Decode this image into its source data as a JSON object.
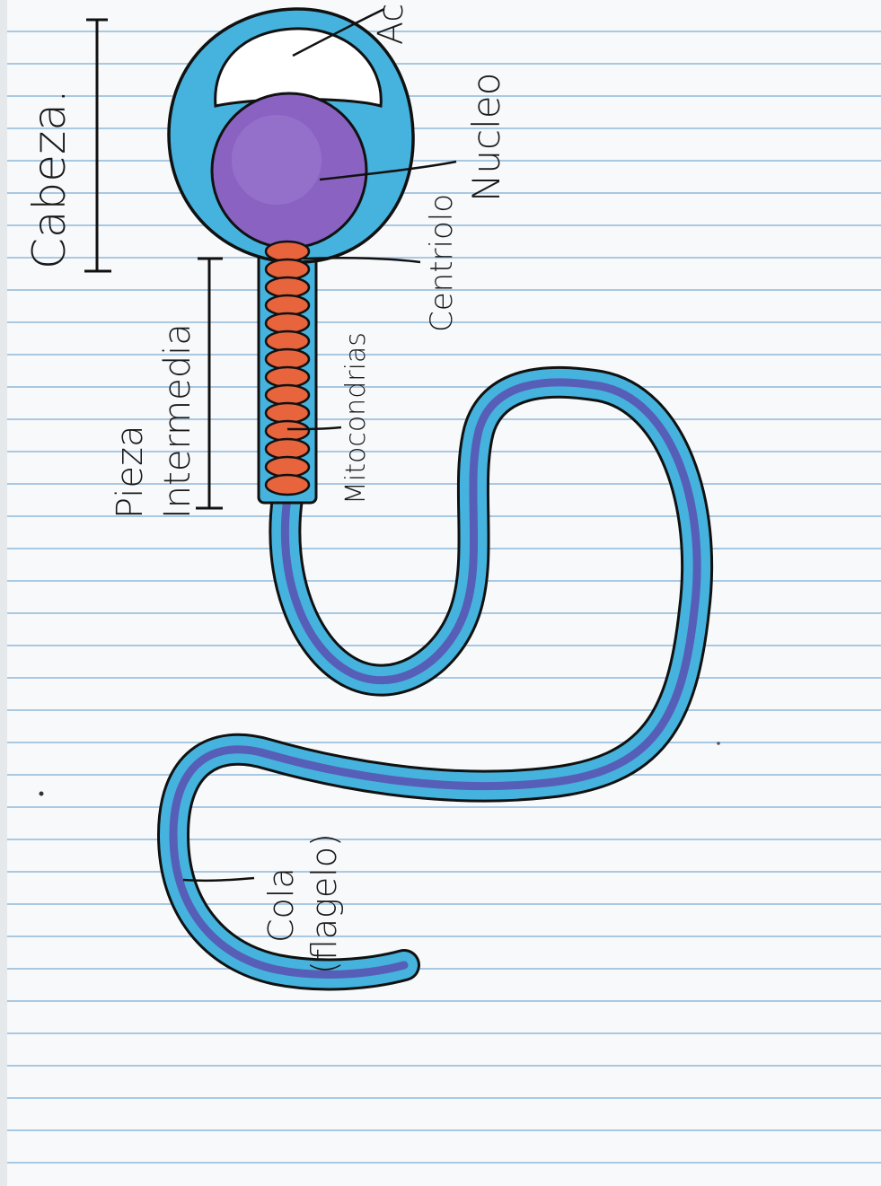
{
  "labels": {
    "cabeza": "Cabeza.",
    "acrosoma": "Ac",
    "nucleo": "Nucleo",
    "centriolo": "Centriolo",
    "pieza_line1": "Pieza",
    "pieza_line2": "Intermedia",
    "mitocondrias": "Mitocondrias",
    "cola_line1": "Cola",
    "cola_line2": "(flagelo)"
  },
  "colors": {
    "paper": "#f7f9fb",
    "ruled_line": "#a9c8e2",
    "membrane": "#45b3dd",
    "membrane_dark": "#1e7fb8",
    "nucleus": "#8a63c2",
    "mitochondria": "#e7643c",
    "flagellum_core": "#5a4fb0",
    "ink": "#111111"
  }
}
